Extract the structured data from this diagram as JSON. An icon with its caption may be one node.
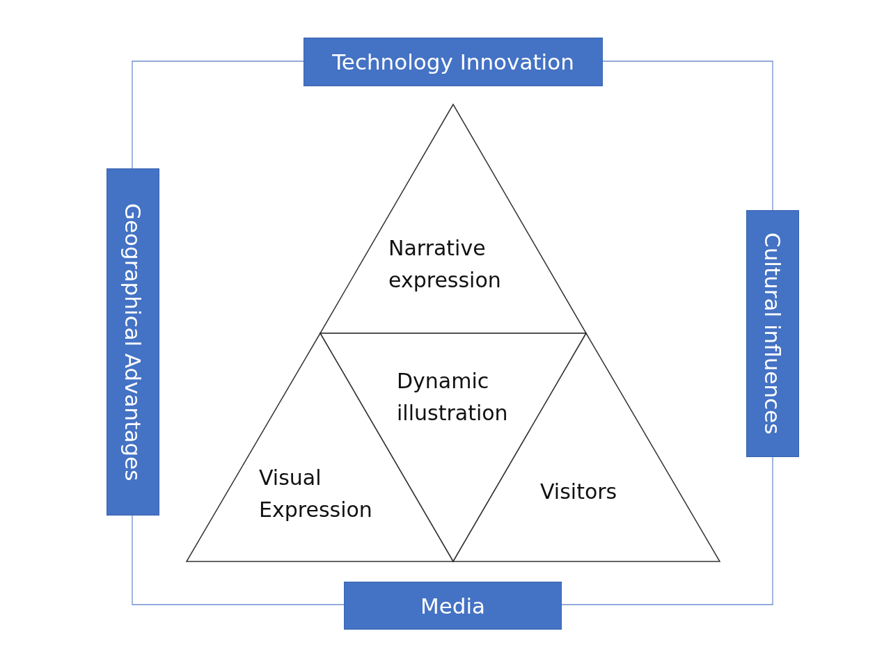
{
  "diagram": {
    "nodes": [
      {
        "text": [
          "Technology Innovation"
        ]
      },
      {
        "text": [
          "Geographical Advantages"
        ]
      },
      {
        "text": [
          "Cultural influences"
        ]
      },
      {
        "text": [
          "Narrative expression"
        ]
      },
      {
        "text": [
          "Dynamic illustration"
        ]
      },
      {
        "text": [
          "Visual Expression"
        ]
      },
      {
        "text": [
          "Visitors"
        ]
      },
      {
        "text": [
          "Media"
        ]
      }
    ],
    "edges": [
      {
        "from": 0,
        "to": 1,
        "arrow": "none"
      },
      {
        "from": 0,
        "to": 2,
        "arrow": "none"
      },
      {
        "from": 1,
        "to": 7,
        "arrow": "none"
      },
      {
        "from": 2,
        "to": 7,
        "arrow": "none"
      }
    ]
  }
}
